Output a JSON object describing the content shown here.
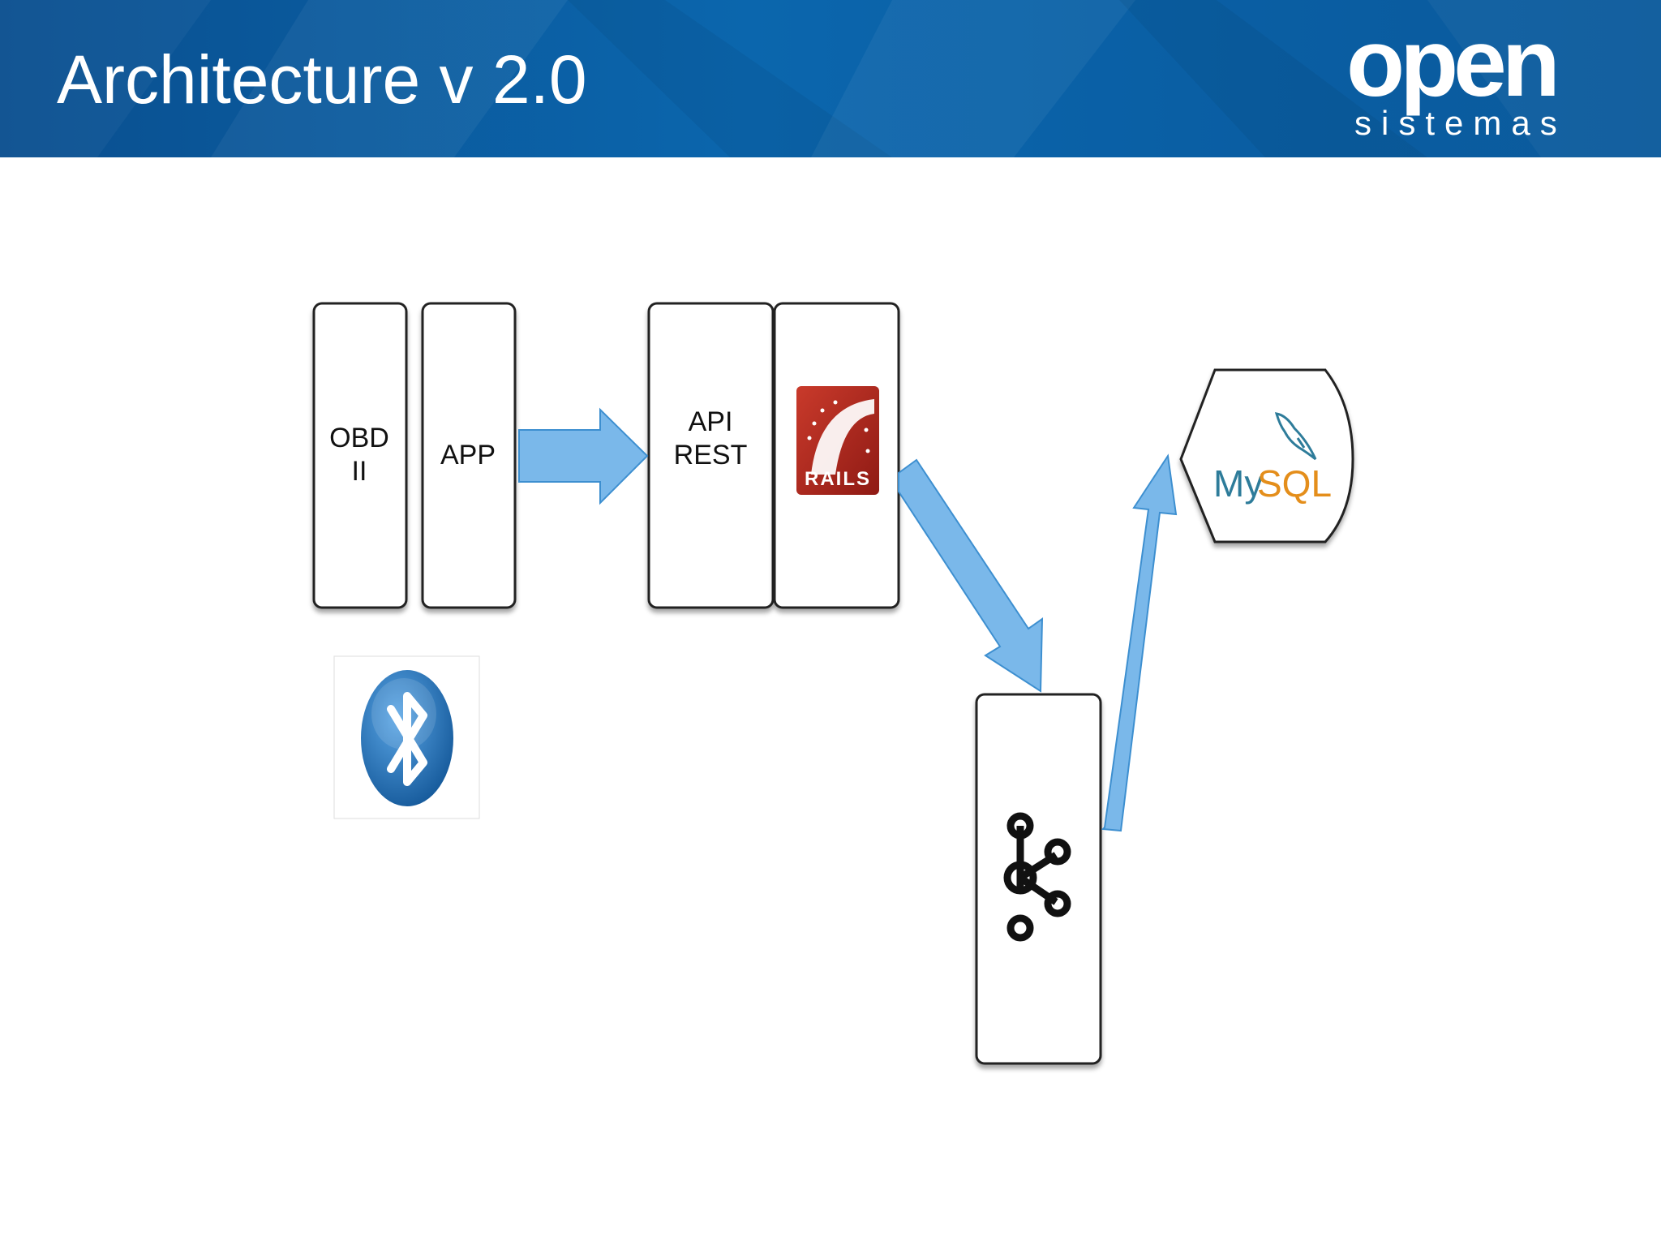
{
  "slide": {
    "title": "Architecture v 2.0"
  },
  "logo": {
    "word": "open",
    "sub": "sistemas"
  },
  "diagram": {
    "nodes": [
      {
        "id": "obd",
        "lines": [
          "OBD",
          "II"
        ]
      },
      {
        "id": "app",
        "lines": [
          "APP"
        ]
      },
      {
        "id": "api",
        "lines": [
          "API",
          "REST"
        ]
      }
    ],
    "icons": {
      "rails": "RAILS",
      "mysql_my": "My",
      "mysql_sql": "SQL",
      "bluetooth": "bluetooth-icon",
      "kafka": "kafka-icon"
    }
  },
  "colors": {
    "header": "#0b62a8",
    "arrow": "#7ab8ea",
    "arrow_stroke": "#3d8fd0",
    "rails": "#b0261e",
    "bluetooth": "#1f70b8",
    "mysql_blue": "#2e7c9a",
    "mysql_orange": "#e48e1b"
  }
}
